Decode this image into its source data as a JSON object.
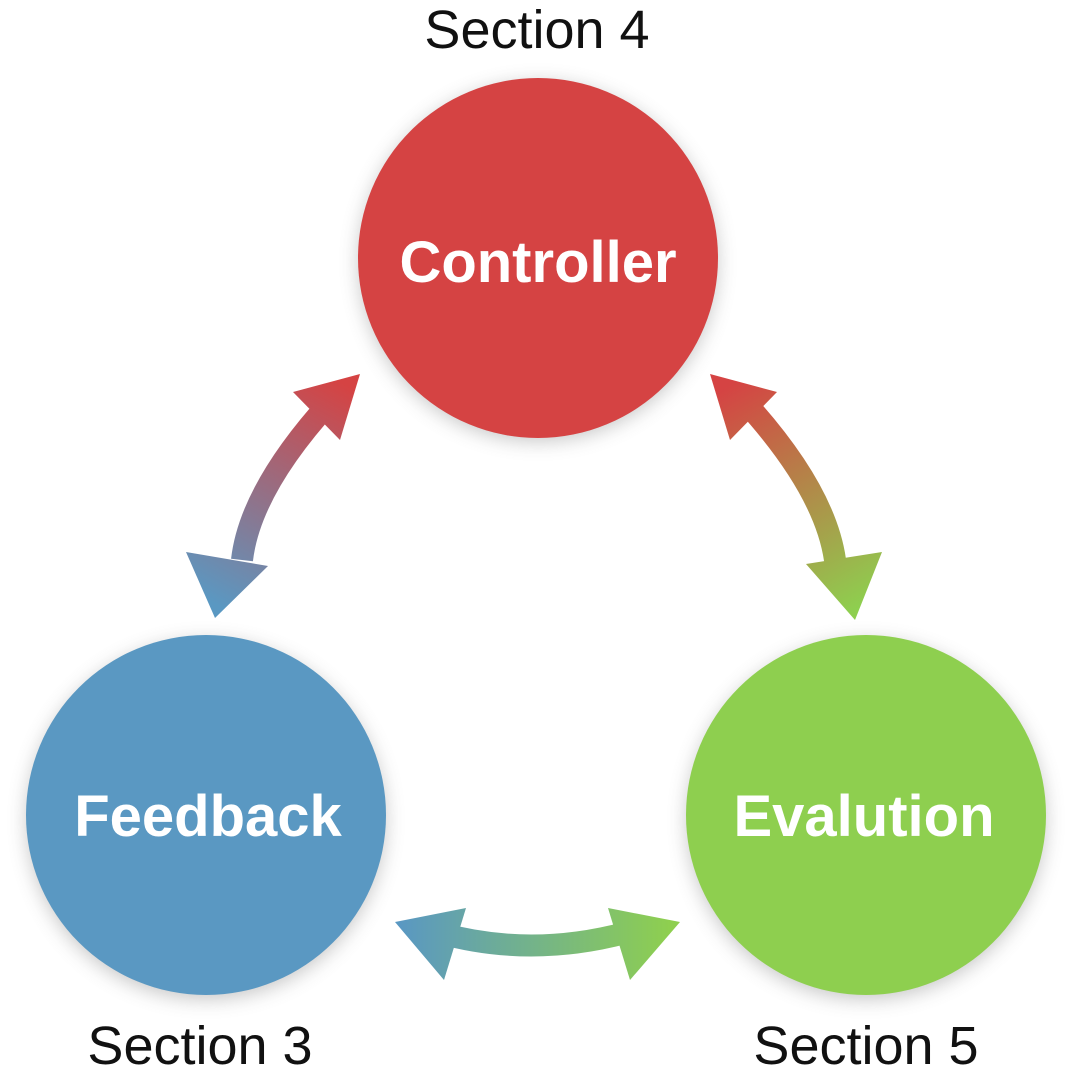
{
  "diagram": {
    "nodes": {
      "controller": {
        "label": "Controller",
        "section": "Section 4",
        "color": "#d54343"
      },
      "feedback": {
        "label": "Feedback",
        "section": "Section 3",
        "color": "#5a98c2"
      },
      "evaluation": {
        "label": "Evalution",
        "section": "Section 5",
        "color": "#8ecf4f"
      }
    },
    "edges": [
      {
        "from": "controller",
        "to": "feedback",
        "type": "bidirectional"
      },
      {
        "from": "controller",
        "to": "evaluation",
        "type": "bidirectional"
      },
      {
        "from": "feedback",
        "to": "evaluation",
        "type": "bidirectional"
      }
    ]
  }
}
